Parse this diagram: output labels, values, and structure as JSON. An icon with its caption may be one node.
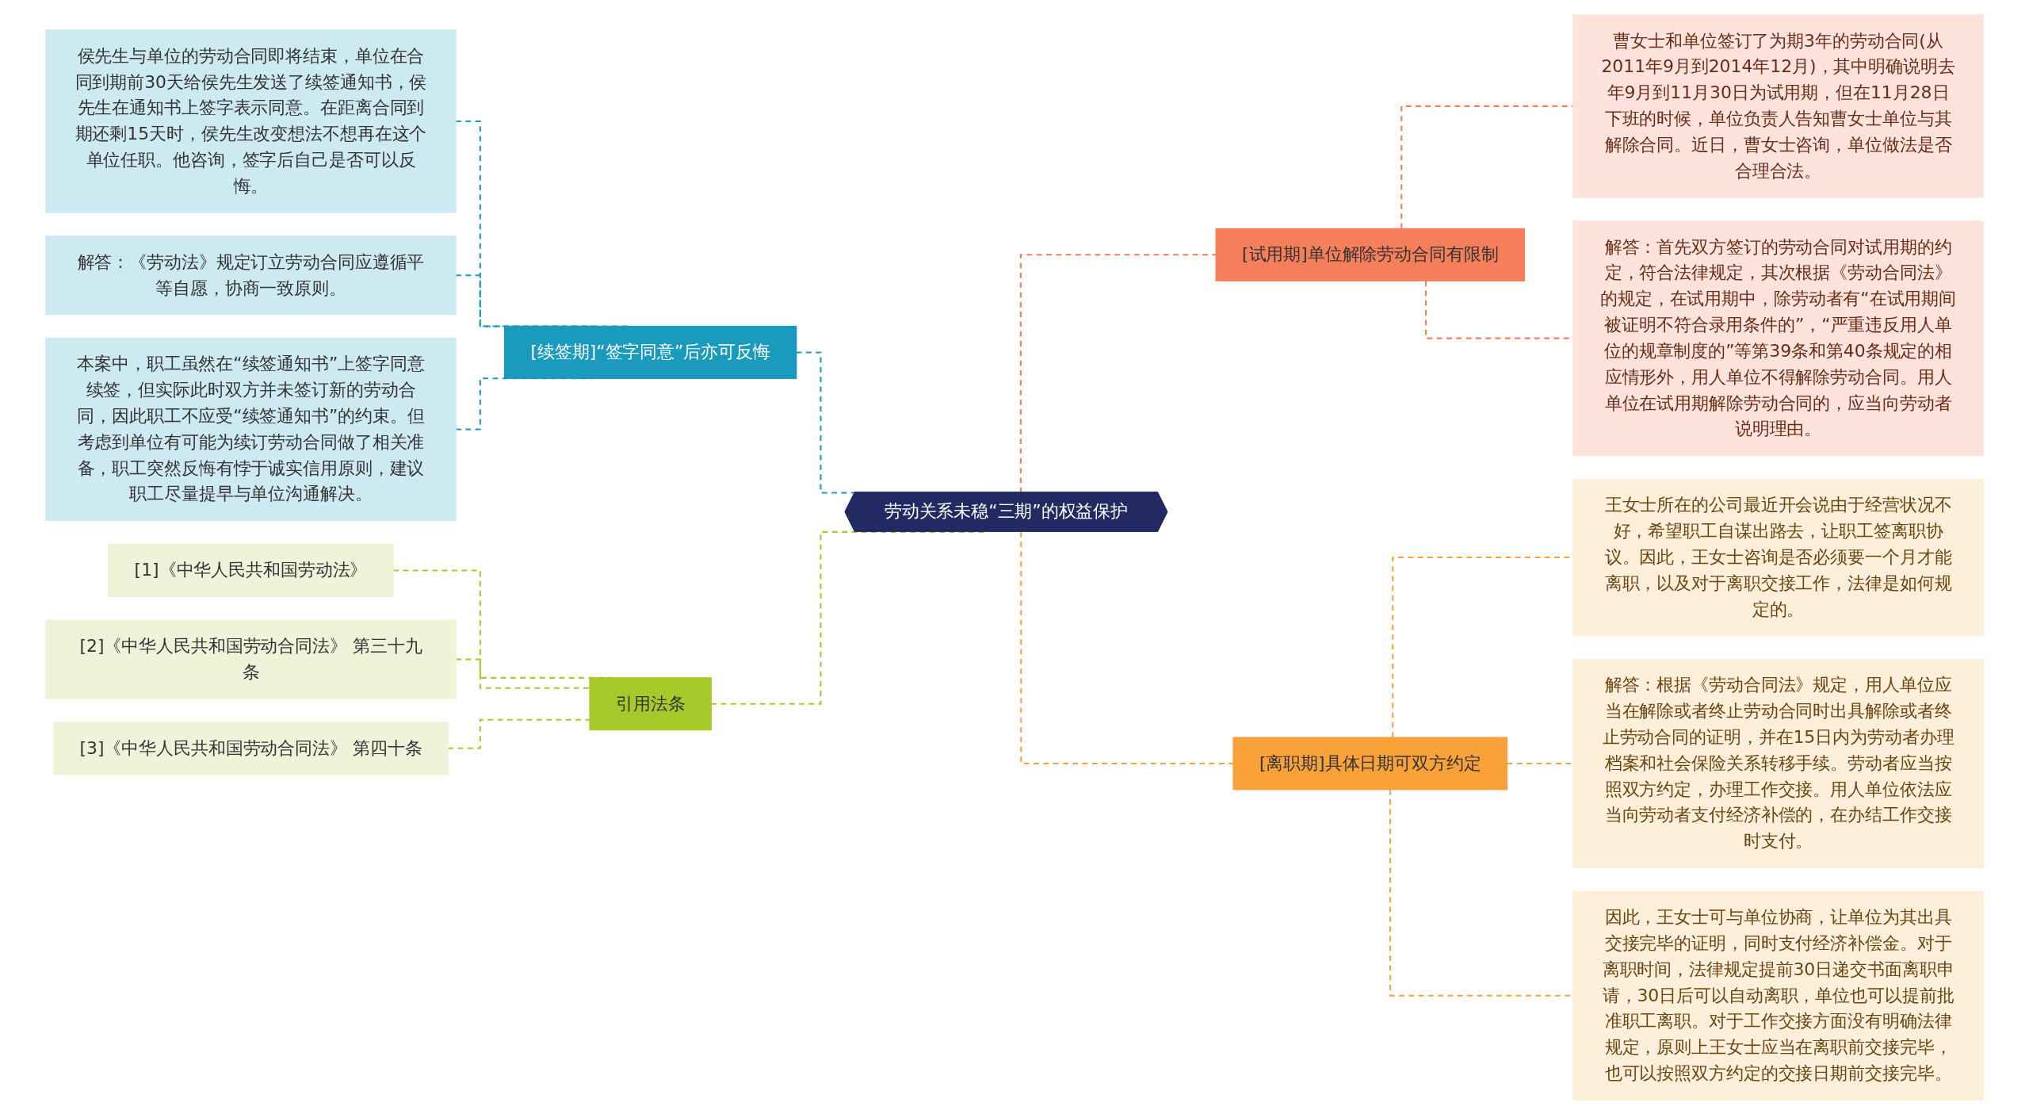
{
  "diagram": {
    "nodes": [
      {
        "text": [
          "劳动关系未稳“三期”的权益保护"
        ]
      },
      {
        "text": [
          "[续签期]“签字同意”后亦可反悔"
        ]
      },
      {
        "text": [
          "侯先生与单位的劳动合同即将结束，单位在合同到期前30天给侯先生发送了续签通知书，侯先生在通知书上签字表示同意。在距离合同到期还剩15天时，侯先生改变想法不想再在这个单位任职。他咨询，签字后自己是否可以反悔。"
        ]
      },
      {
        "text": [
          "解答：《劳动法》规定订立劳动合同应遵循平等自愿，协商一致原则。"
        ]
      },
      {
        "text": [
          "本案中，职工虽然在“续签通知书”上签字同意续签，但实际此时双方并未签订新的劳动合同，因此职工不应受“续签通知书”的约束。但考虑到单位有可能为续订劳动合同做了相关准备，职工突然反悔有悖于诚实信用原则，建议职工尽量提早与单位沟通解决。"
        ]
      },
      {
        "text": [
          "引用法条"
        ]
      },
      {
        "text": [
          "[1]《中华人民共和国劳动法》"
        ]
      },
      {
        "text": [
          "[2]《中华人民共和国劳动合同法》 第三十九条"
        ]
      },
      {
        "text": [
          "[3]《中华人民共和国劳动合同法》 第四十条"
        ]
      },
      {
        "text": [
          "[试用期]单位解除劳动合同有限制"
        ]
      },
      {
        "text": [
          "曹女士和单位签订了为期3年的劳动合同(从2011年9月到2014年12月)，其中明确说明去年9月到11月30日为试用期，但在11月28日下班的时候，单位负责人告知曹女士单位与其解除合同。近日，曹女士咨询，单位做法是否合理合法。"
        ]
      },
      {
        "text": [
          "解答：首先双方签订的劳动合同对试用期的约定，符合法律规定，其次根据《劳动合同法》的规定，在试用期中，除劳动者有“在试用期间被证明不符合录用条件的”，“严重违反用人单位的规章制度的”等第39条和第40条规定的相应情形外，用人单位不得解除劳动合同。用人单位在试用期解除劳动合同的，应当向劳动者说明理由。"
        ]
      },
      {
        "text": [
          "[离职期]具体日期可双方约定"
        ]
      },
      {
        "text": [
          "王女士所在的公司最近开会说由于经营状况不好，希望职工自谋出路去，让职工签离职协议。因此，王女士咨询是否必须要一个月才能离职，以及对于离职交接工作，法律是如何规定的。"
        ]
      },
      {
        "text": [
          "解答：根据《劳动合同法》规定，用人单位应当在解除或者终止劳动合同时出具解除或者终止劳动合同的证明，并在15日内为劳动者办理档案和社会保险关系转移手续。劳动者应当按照双方约定，办理工作交接。用人单位依法应当向劳动者支付经济补偿的，在办结工作交接时支付。"
        ]
      },
      {
        "text": [
          "因此，王女士可与单位协商，让单位为其出具交接完毕的证明，同时支付经济补偿金。对于离职时间，法律规定提前30日递交书面离职申请，30日后可以自动离职，单位也可以提前批准职工离职。对于工作交接方面没有明确法律规定，原则上王女士应当在离职前交接完毕，也可以按照双方约定的交接日期前交接完毕。"
        ]
      }
    ],
    "edges": [
      {
        "from": 0,
        "to": 1,
        "arrow": "none",
        "style": "dashed",
        "color": "#1a9bbd"
      },
      {
        "from": 1,
        "to": 2,
        "arrow": "none",
        "style": "dashed",
        "color": "#1a9bbd"
      },
      {
        "from": 1,
        "to": 3,
        "arrow": "none",
        "style": "dashed",
        "color": "#1a9bbd"
      },
      {
        "from": 1,
        "to": 4,
        "arrow": "none",
        "style": "dashed",
        "color": "#1a9bbd"
      },
      {
        "from": 0,
        "to": 5,
        "arrow": "none",
        "style": "dashed",
        "color": "#a8c92a"
      },
      {
        "from": 5,
        "to": 6,
        "arrow": "none",
        "style": "dashed",
        "color": "#a8c92a"
      },
      {
        "from": 5,
        "to": 7,
        "arrow": "none",
        "style": "dashed",
        "color": "#a8c92a"
      },
      {
        "from": 5,
        "to": 8,
        "arrow": "none",
        "style": "dashed",
        "color": "#a8c92a"
      },
      {
        "from": 0,
        "to": 9,
        "arrow": "none",
        "style": "dashed",
        "color": "#f47f5a"
      },
      {
        "from": 9,
        "to": 10,
        "arrow": "none",
        "style": "dashed",
        "color": "#f47f5a"
      },
      {
        "from": 9,
        "to": 11,
        "arrow": "none",
        "style": "dashed",
        "color": "#f47f5a"
      },
      {
        "from": 0,
        "to": 12,
        "arrow": "none",
        "style": "dashed",
        "color": "#f9a23a"
      },
      {
        "from": 12,
        "to": 13,
        "arrow": "none",
        "style": "dashed",
        "color": "#f9a23a"
      },
      {
        "from": 12,
        "to": 14,
        "arrow": "none",
        "style": "dashed",
        "color": "#f9a23a"
      },
      {
        "from": 12,
        "to": 15,
        "arrow": "none",
        "style": "dashed",
        "color": "#f9a23a"
      }
    ]
  }
}
